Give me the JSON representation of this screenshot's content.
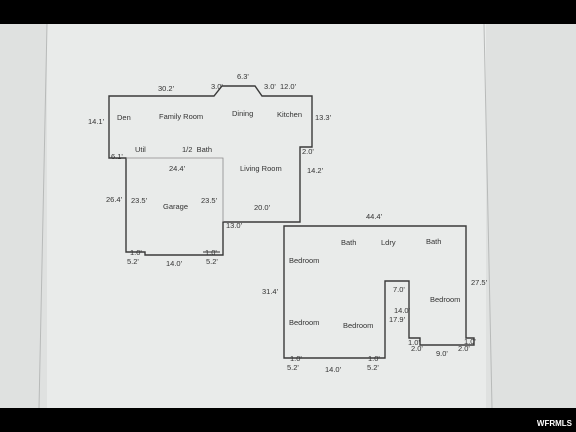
{
  "watermark": "WFRMLS",
  "colors": {
    "background": "#000000",
    "paper": "#e9ebea",
    "page_edge": "#cfd1d0",
    "outline": "#3a3a3a",
    "label": "#333333",
    "watermark": "#ffffff"
  },
  "main_floor": {
    "rooms": {
      "den": "Den",
      "family_room": "Family Room",
      "dining": "Dining",
      "kitchen": "Kitchen",
      "util": "Util",
      "half_bath": "1/2  Bath",
      "living_room": "Living Room",
      "garage": "Garage"
    },
    "dimensions": {
      "top_left": "30.2'",
      "bay_left": "3.0'",
      "bay_top": "6.3'",
      "bay_right": "3.0'",
      "top_right": "12.0'",
      "left_top": "14.1'",
      "right_top": "13.3'",
      "util_step": "6.1'",
      "right_step": "2.0'",
      "garage_top": "24.4'",
      "right_mid": "14.2'",
      "garage_left_outer": "26.4'",
      "garage_left_inner": "23.5'",
      "garage_right_inner": "23.5'",
      "living_bottom": "20.0'",
      "garage_right_outer": "13.0'",
      "notch_left_top": "1.0'",
      "notch_right_top": "1.0'",
      "bottom_left": "5.2'",
      "bottom_mid": "14.0'",
      "bottom_right": "5.2'"
    }
  },
  "lower_floor": {
    "rooms": {
      "bath_left": "Bath",
      "laundry": "Ldry",
      "bath_right": "Bath",
      "bedroom_top_left": "Bedroom",
      "bedroom_right": "Bedroom",
      "bedroom_bottom_left": "Bedroom",
      "bedroom_center": "Bedroom"
    },
    "dimensions": {
      "top": "44.4'",
      "left": "31.4'",
      "right": "27.5'",
      "stair_top": "7.0'",
      "stair_inner_top": "14.0'",
      "stair_inner_side": "17.9'",
      "notch_left_top": "1.0'",
      "notch_right_top": "1.0'",
      "bottom_left": "5.2'",
      "bottom_mid": "14.0'",
      "bottom_right": "5.2'",
      "right_notch_top": "1.0'",
      "right_notch_left": "2.0'",
      "right_bottom_mid": "9.0'",
      "right_bottom_right": "2.0'",
      "right_notch_right_top": "1.0'"
    }
  }
}
